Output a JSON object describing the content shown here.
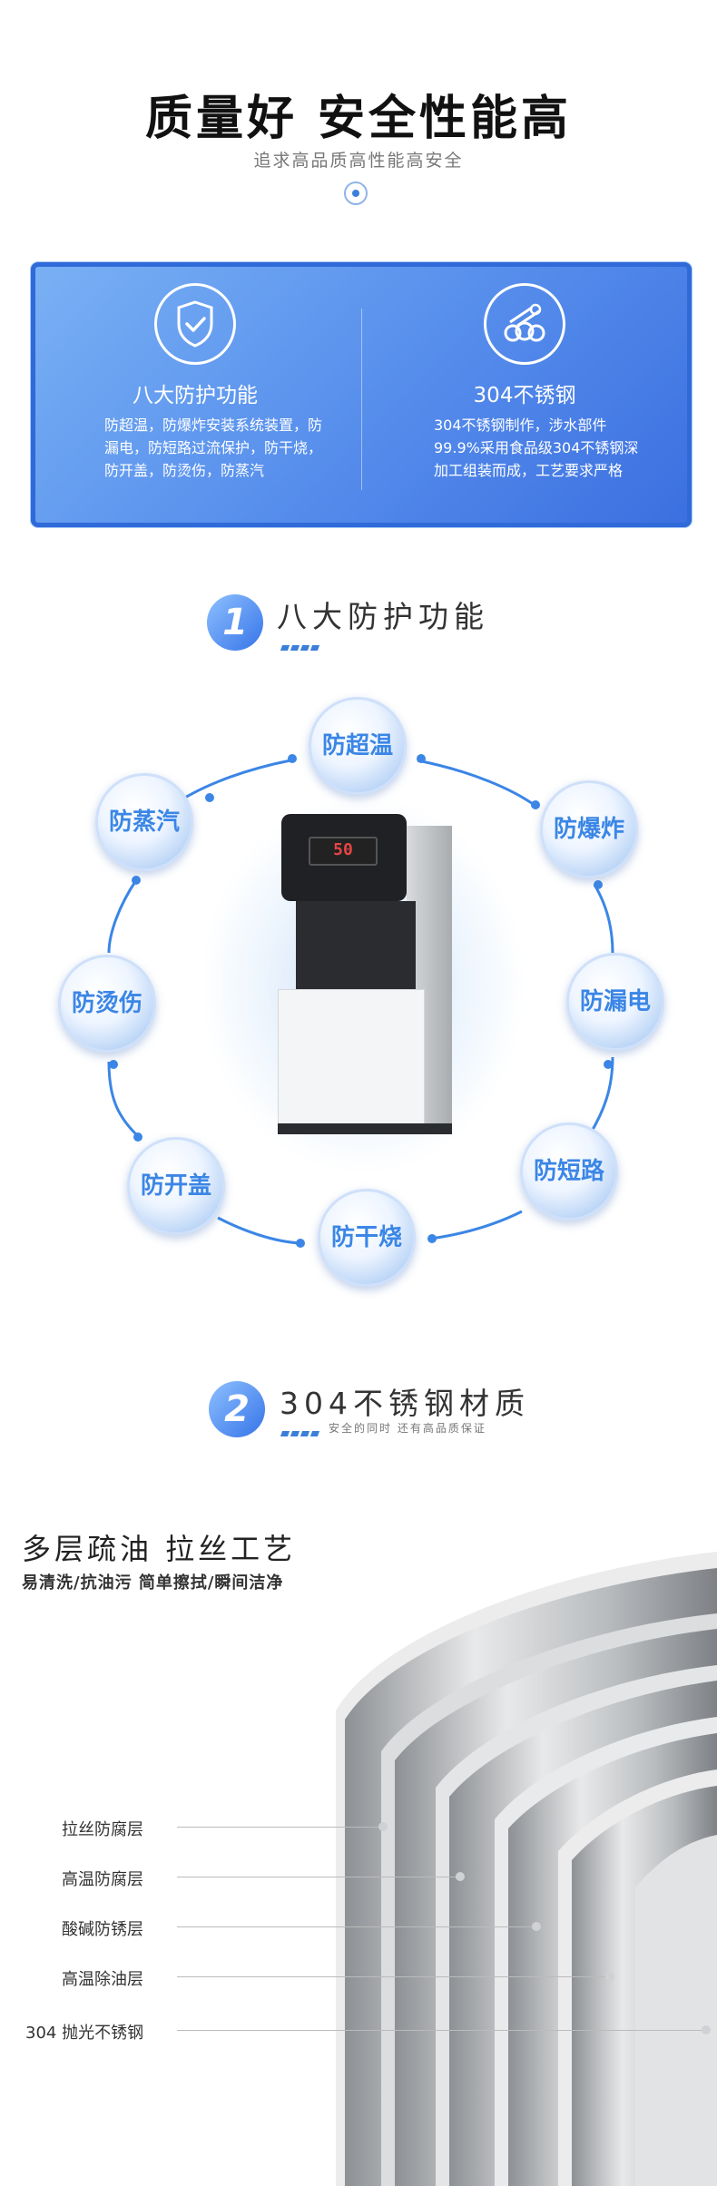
{
  "header": {
    "title": "质量好 安全性能高",
    "subtitle": "追求高品质高性能高安全"
  },
  "card": {
    "left": {
      "icon": "shield-check-icon",
      "title": "八大防护功能",
      "body": "防超温，防爆炸安装系统装置，防漏电，防短路过流保护，防干烧，防开盖，防烫伤，防蒸汽"
    },
    "right": {
      "icon": "steel-pipes-icon",
      "title": "304不锈钢",
      "body": "304不锈钢制作，涉水部件99.9%采用食品级304不锈钢深加工组装而成，工艺要求严格"
    }
  },
  "section1": {
    "number": "1",
    "title": "八大防护功能"
  },
  "protections": {
    "top": "防超温",
    "upper_left": "防蒸汽",
    "upper_right": "防爆炸",
    "mid_left": "防烫伤",
    "mid_right": "防漏电",
    "lower_left": "防开盖",
    "lower_right": "防短路",
    "bottom": "防干烧"
  },
  "machine": {
    "display": "50"
  },
  "section2": {
    "number": "2",
    "title": "304不锈钢材质",
    "subtitle": "安全的同时 还有高品质保证"
  },
  "steel": {
    "headline": "多层疏油  拉丝工艺",
    "subline": "易清洗/抗油污  简单擦拭/瞬间洁净",
    "layers": [
      "拉丝防腐层",
      "高温防腐层",
      "酸碱防锈层",
      "高温除油层",
      "304 抛光不锈钢"
    ]
  },
  "colors": {
    "accent": "#3b86e6",
    "card_gradient_start": "#7ab1f4",
    "card_gradient_end": "#3b6fe0"
  }
}
